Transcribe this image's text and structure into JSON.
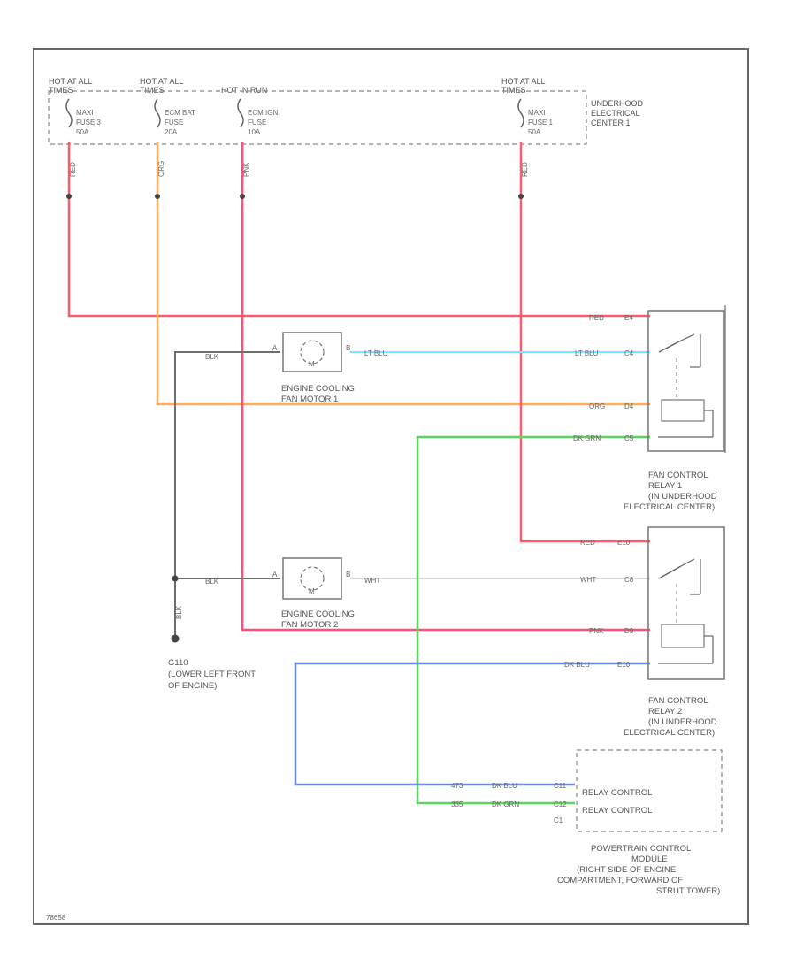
{
  "top_labels": {
    "hot1": [
      "HOT AT ALL",
      "TIMES"
    ],
    "hot2": [
      "HOT AT ALL",
      "TIMES"
    ],
    "hot_run": [
      "HOT IN RUN"
    ],
    "hot3": [
      "HOT AT ALL",
      "TIMES"
    ]
  },
  "fuses": {
    "f1": [
      "MAXI",
      "FUSE 3",
      "50A"
    ],
    "f2": [
      "ECM BAT",
      "FUSE",
      "20A"
    ],
    "f3": [
      "ECM IGN",
      "FUSE",
      "10A"
    ],
    "f4": [
      "MAXI",
      "FUSE 1",
      "50A"
    ]
  },
  "fuse_box_label": [
    "UNDERHOOD",
    "ELECTRICAL",
    "CENTER 1"
  ],
  "wire_vertical": {
    "w1": "RED",
    "w2": "ORG",
    "w3": "PNK",
    "w4": "RED"
  },
  "relay1": {
    "label": [
      "FAN CONTROL",
      "RELAY 1",
      "(IN UNDERHOOD",
      "ELECTRICAL CENTER)"
    ],
    "wires": [
      {
        "color": "RED",
        "pin": "E4"
      },
      {
        "color": "LT BLU",
        "pin": "C4"
      },
      {
        "color": "ORG",
        "pin": "D4"
      },
      {
        "color": "DK GRN",
        "pin": "C5"
      }
    ]
  },
  "relay2": {
    "label": [
      "FAN CONTROL",
      "RELAY 2",
      "(IN UNDERHOOD",
      "ELECTRICAL CENTER)"
    ],
    "wires": [
      {
        "color": "RED",
        "pin": "E10"
      },
      {
        "color": "WHT",
        "pin": "C8"
      },
      {
        "color": "PNK",
        "pin": "D9"
      },
      {
        "color": "DK BLU",
        "pin": "E10"
      }
    ]
  },
  "motor1": {
    "label": [
      "ENGINE COOLING",
      "FAN MOTOR 1"
    ],
    "wire_left": "BLK",
    "wire_right": "LT BLU",
    "pin_a": "A",
    "pin_b": "B",
    "m": "M"
  },
  "motor2": {
    "label": [
      "ENGINE COOLING",
      "FAN MOTOR 2"
    ],
    "wire_left": "BLK",
    "wire_right": "WHT",
    "pin_a": "A",
    "pin_b": "B",
    "m": "M"
  },
  "ground": {
    "wire": "BLK",
    "label": [
      "G110",
      "(LOWER LEFT FRONT",
      "OF ENGINE)"
    ]
  },
  "pcm": {
    "rows": [
      {
        "circuit": "473",
        "color": "DK BLU",
        "pin": "C11",
        "label": "RELAY CONTROL"
      },
      {
        "circuit": "335",
        "color": "DK GRN",
        "pin": "C12",
        "label": "RELAY CONTROL"
      }
    ],
    "connector": "C1",
    "label": [
      "POWERTRAIN CONTROL",
      "MODULE",
      "(RIGHT SIDE OF ENGINE",
      "COMPARTMENT, FORWARD OF",
      "STRUT TOWER)"
    ]
  },
  "footer_code": "78658",
  "colors": {
    "red": "#ff5a6e",
    "orange": "#ffad5c",
    "pink": "#ff4f7d",
    "light_blue": "#7fe3ff",
    "green": "#5fd35f",
    "blue": "#6a8be0",
    "black": "#6e6e6e",
    "white_wire": "#d9d9d9"
  }
}
